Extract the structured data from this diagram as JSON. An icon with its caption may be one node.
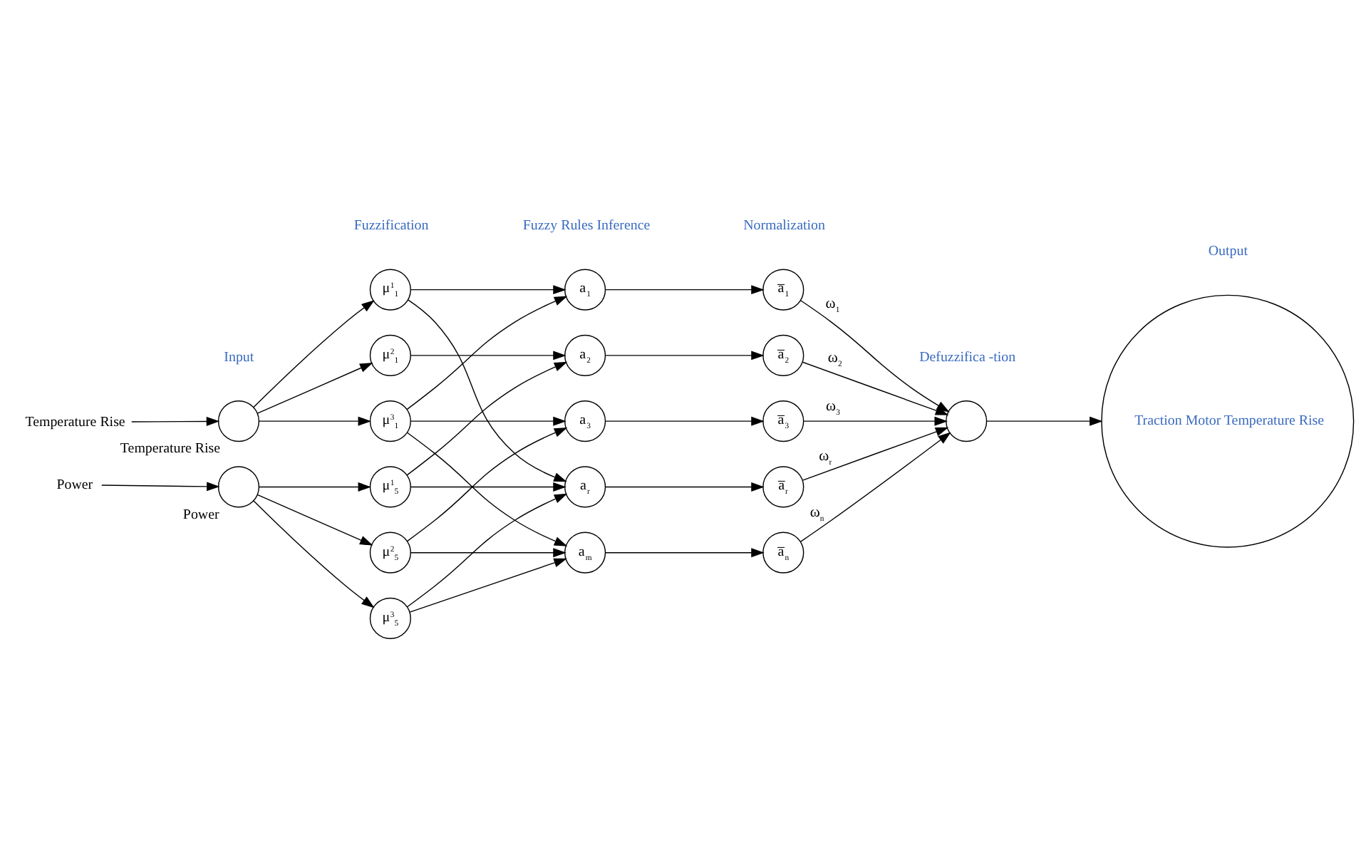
{
  "diagram": {
    "nodes": [
      {
        "text": [
          "Temperature Rise"
        ]
      },
      {
        "text": [
          "Power"
        ]
      },
      {
        "text": [
          "Temperature Rise"
        ]
      },
      {
        "text": [
          "Power"
        ]
      },
      {
        "text": [
          "μ$^{1}$$_{1}$"
        ]
      },
      {
        "text": [
          "μ$^{2}$$_{1}$"
        ]
      },
      {
        "text": [
          "μ$^{3}$$_{1}$"
        ]
      },
      {
        "text": [
          "μ$^{1}$$_{5}$"
        ]
      },
      {
        "text": [
          "μ$^{2}$$_{5}$"
        ]
      },
      {
        "text": [
          "μ$^{3}$$_{5}$"
        ]
      },
      {
        "text": [
          "a$_{1}$"
        ]
      },
      {
        "text": [
          "a$_{2}$"
        ]
      },
      {
        "text": [
          "a$_{3}$"
        ]
      },
      {
        "text": [
          "a$_{r}$"
        ]
      },
      {
        "text": [
          "a$_{m}$"
        ]
      },
      {
        "text": [
          "a̅$_{1}$"
        ]
      },
      {
        "text": [
          "a̅$_{2}$"
        ]
      },
      {
        "text": [
          "a̅$_{3}$"
        ]
      },
      {
        "text": [
          "a̅$_{r}$"
        ]
      },
      {
        "text": [
          "a̅$_{n}$"
        ]
      },
      {
        "text": [],
        "shape": "circle"
      },
      {
        "text": [
          "Traction Motor Temperature Rise"
        ]
      }
    ],
    "edges": [
      {
        "from": 0,
        "to": 2,
        "arrow": "to"
      },
      {
        "from": 1,
        "to": 3,
        "arrow": "to"
      },
      {
        "from": 2,
        "to": 4,
        "arrow": "to"
      },
      {
        "from": 2,
        "to": 5,
        "arrow": "to"
      },
      {
        "from": 2,
        "to": 6,
        "arrow": "to"
      },
      {
        "from": 3,
        "to": 7,
        "arrow": "to"
      },
      {
        "from": 3,
        "to": 8,
        "arrow": "to"
      },
      {
        "from": 3,
        "to": 9,
        "arrow": "to"
      },
      {
        "from": 4,
        "to": 10,
        "arrow": "to"
      },
      {
        "from": 4,
        "to": 13,
        "arrow": "to"
      },
      {
        "from": 5,
        "to": 11,
        "arrow": "to"
      },
      {
        "from": 6,
        "to": 10,
        "arrow": "to"
      },
      {
        "from": 6,
        "to": 12,
        "arrow": "to"
      },
      {
        "from": 6,
        "to": 14,
        "arrow": "to"
      },
      {
        "from": 7,
        "to": 11,
        "arrow": "to"
      },
      {
        "from": 7,
        "to": 13,
        "arrow": "to"
      },
      {
        "from": 8,
        "to": 12,
        "arrow": "to"
      },
      {
        "from": 8,
        "to": 14,
        "arrow": "to"
      },
      {
        "from": 9,
        "to": 13,
        "arrow": "to"
      },
      {
        "from": 9,
        "to": 14,
        "arrow": "to"
      },
      {
        "from": 10,
        "to": 15,
        "arrow": "to"
      },
      {
        "from": 11,
        "to": 16,
        "arrow": "to"
      },
      {
        "from": 12,
        "to": 17,
        "arrow": "to"
      },
      {
        "from": 13,
        "to": 18,
        "arrow": "to"
      },
      {
        "from": 14,
        "to": 19,
        "arrow": "to"
      },
      {
        "from": 15,
        "to": 20,
        "arrow": "to",
        "label": "ω$_{1}$"
      },
      {
        "from": 16,
        "to": 20,
        "arrow": "to",
        "label": "ω$_{2}$"
      },
      {
        "from": 17,
        "to": 20,
        "arrow": "to",
        "label": "ω$_{3}$"
      },
      {
        "from": 18,
        "to": 20,
        "arrow": "to",
        "label": "ω$_{r}$"
      },
      {
        "from": 19,
        "to": 20,
        "arrow": "to",
        "label": "ω$_{n}$"
      },
      {
        "from": 20,
        "to": 21,
        "arrow": "to"
      }
    ],
    "labels": [
      "Input",
      "Fuzzification",
      "Fuzzy Rules Inference",
      "Normalization",
      "Defuzzifica -tion",
      "Output"
    ]
  }
}
